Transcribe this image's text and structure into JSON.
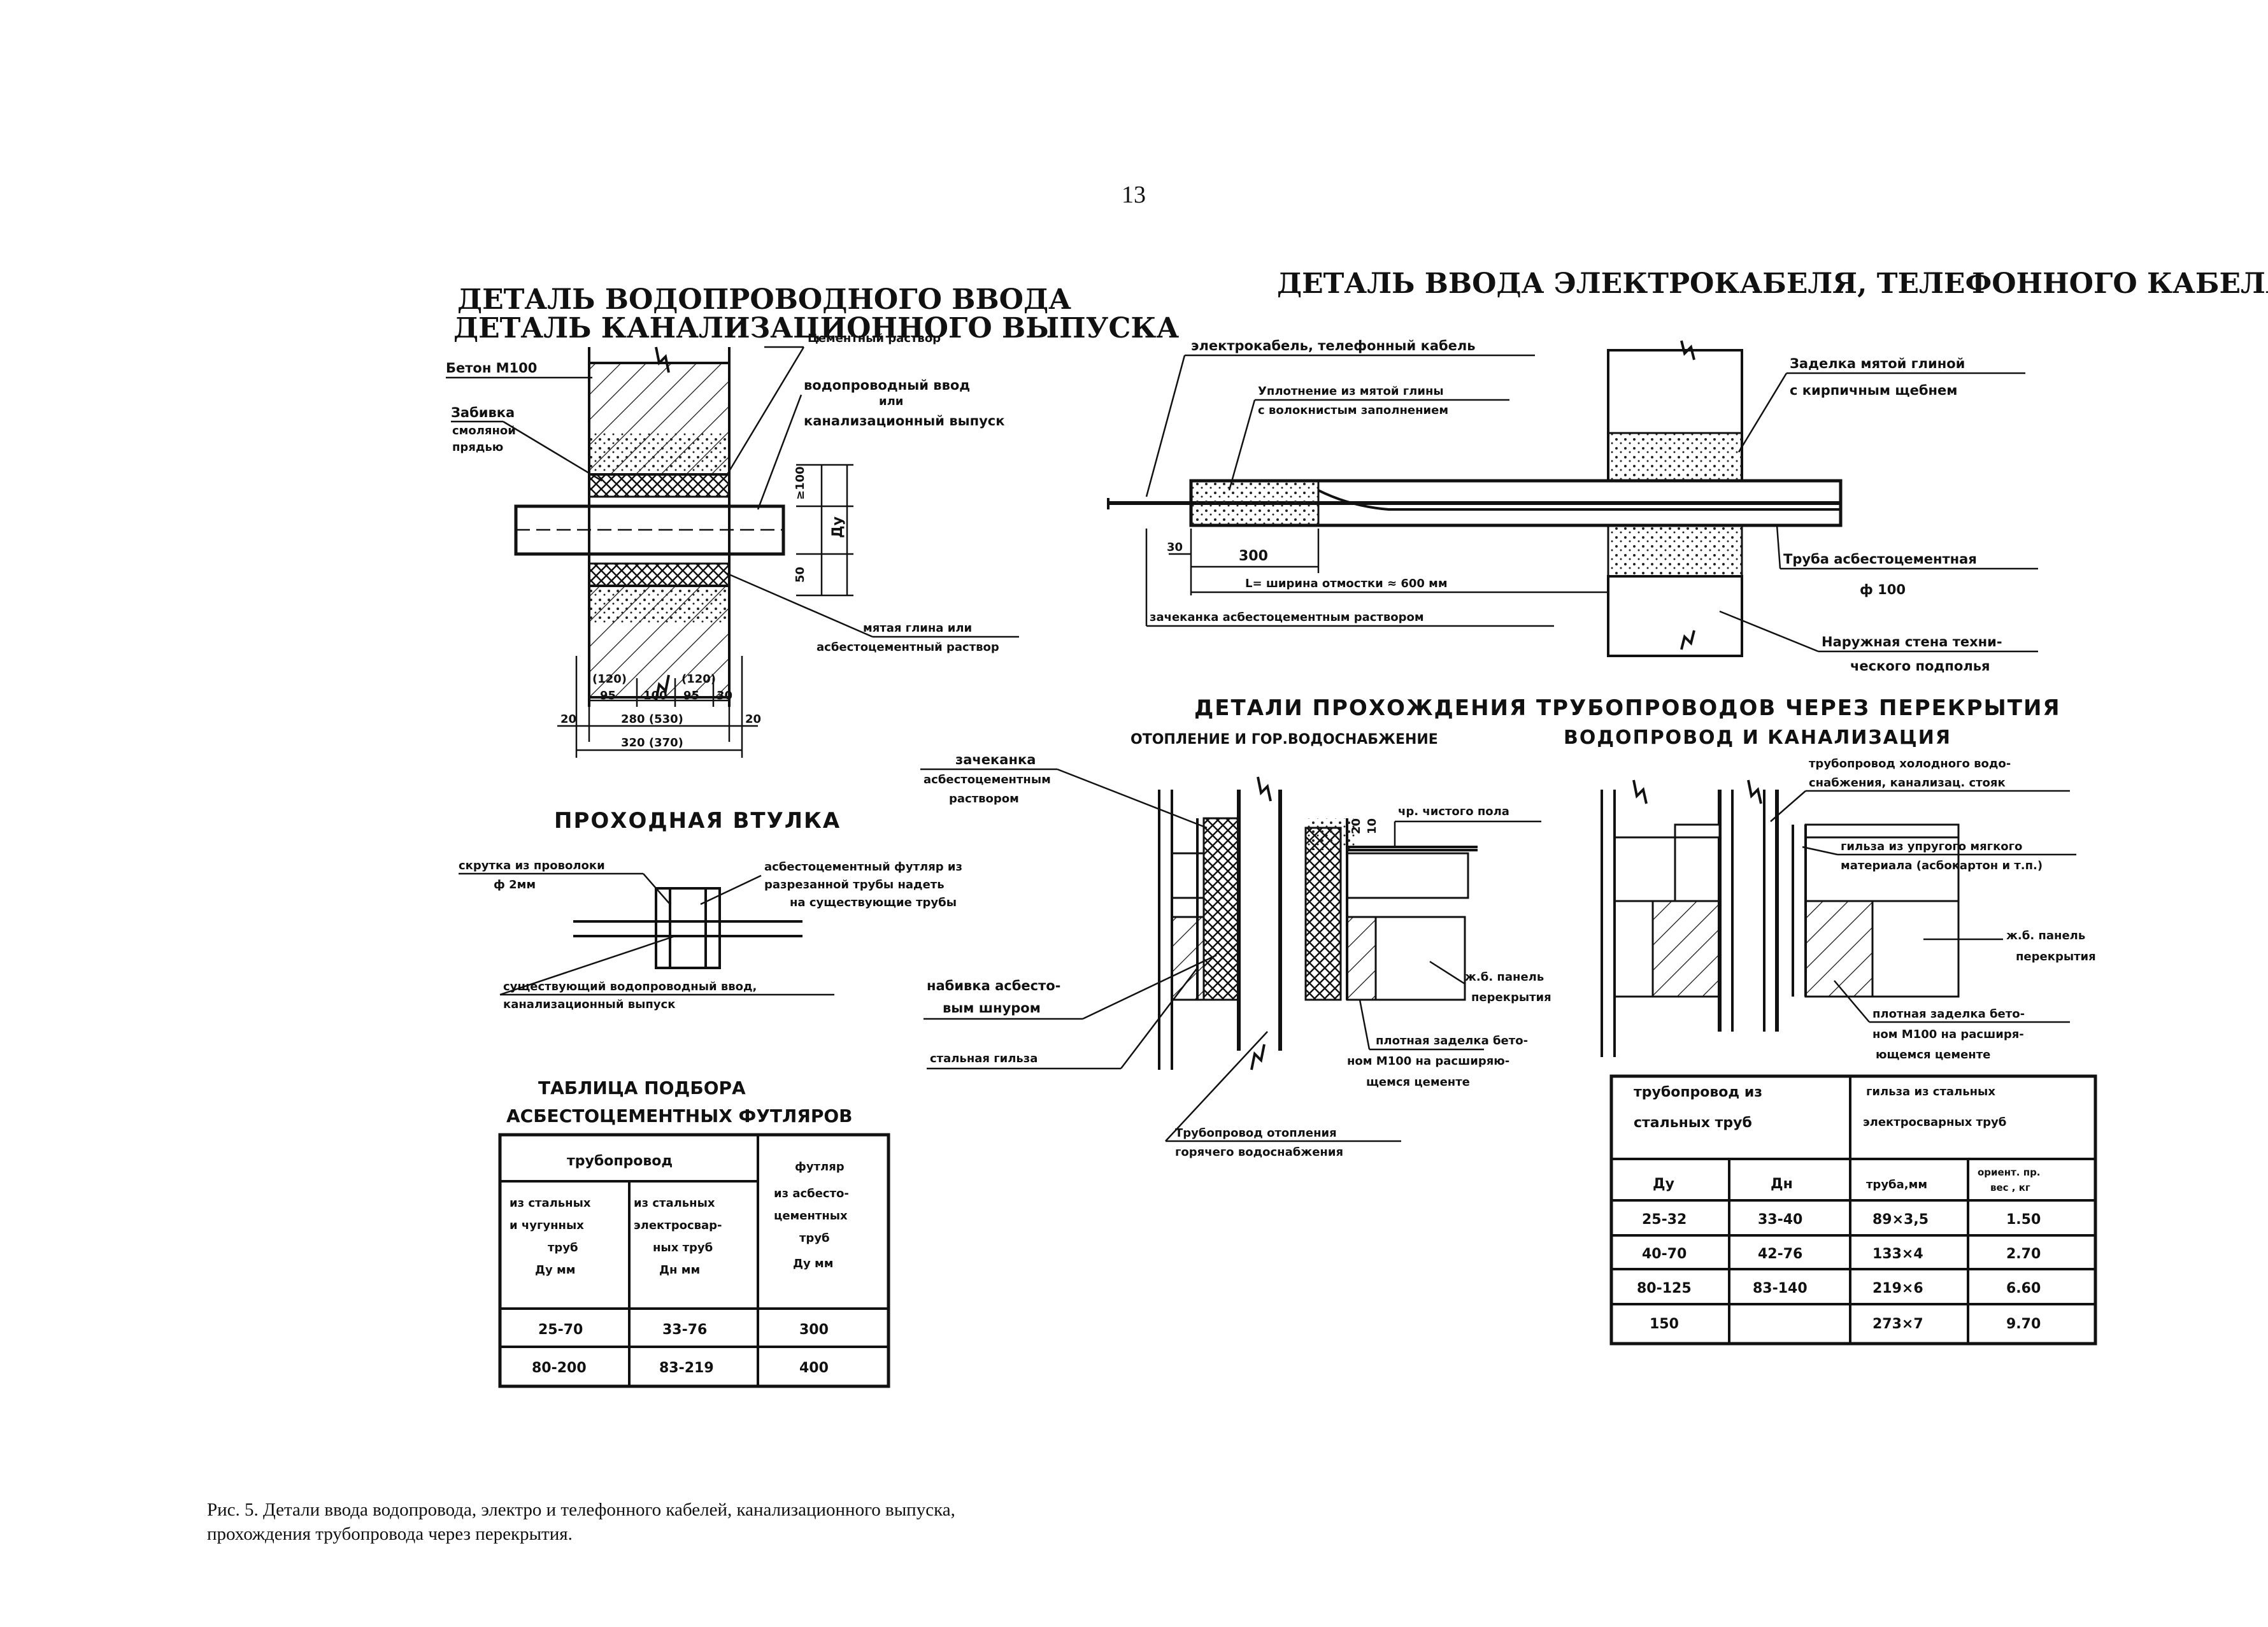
{
  "page_number": "13",
  "left_detail": {
    "title_line1": "ДЕТАЛЬ ВОДОПРОВОДНОГО ВВОДА",
    "title_line2": "ДЕТАЛЬ КАНАЛИЗАЦИОННОГО ВЫПУСКА",
    "labels": {
      "beton": "Бетон М100",
      "zabivka1": "Забивка",
      "zabivka2": "смоляной",
      "zabivka3": "прядью",
      "cement": "Цементный раствор",
      "vvod1": "водопроводный ввод",
      "vvod2": "или",
      "vvod3": "канализационный выпуск",
      "glina1": "мятая глина или",
      "glina2": "асбестоцементный раствор"
    },
    "dims": {
      "d100": "≥100",
      "dy": "Ду",
      "d50": "50",
      "d120a": "(120)",
      "d120b": "(120)",
      "d95a": "95",
      "d100b": "100",
      "d95b": "95",
      "d30": "30",
      "d280": "280 (530)",
      "d20a": "20",
      "d20b": "20",
      "d320": "320 (370)"
    }
  },
  "right_detail": {
    "title": "ДЕТАЛЬ ВВОДА ЭЛЕКТРОКАБЕЛЯ, ТЕЛЕФОННОГО КАБЕЛЯ",
    "labels": {
      "cable": "электрокабель, телефонный кабель",
      "uplot1": "Уплотнение из мятой глины",
      "uplot2": "с волокнистым заполнением",
      "zadelka1": "Заделка мятой глиной",
      "zadelka2": "с кирпичным щебнем",
      "truba1": "Труба асбестоцементная",
      "truba2": "ф 100",
      "zachek": "зачеканка асбестоцементным раствором",
      "stena1": "Наружная стена техни-",
      "stena2": "ческого подполья"
    },
    "dims": {
      "d30": "30",
      "d300": "300",
      "dl": "L= ширина отмостки ≈ 600 мм"
    }
  },
  "vtulka": {
    "title": "ПРОХОДНАЯ ВТУЛКА",
    "skrutka1": "скрутка из проволоки",
    "skrutka2": "ф 2мм",
    "futlyar1": "асбестоцементный футляр из",
    "futlyar2": "разрезанной трубы надеть",
    "futlyar3": "на существующие трубы",
    "sush1": "существующий водопроводный ввод,",
    "sush2": "канализационный выпуск"
  },
  "crossing": {
    "title": "ДЕТАЛИ ПРОХОЖДЕНИЯ ТРУБОПРОВОДОВ ЧЕРЕЗ ПЕРЕКРЫТИЯ",
    "sub_left": "ОТОПЛЕНИЕ И ГОР.ВОДОСНАБЖЕНИЕ",
    "sub_right": "ВОДОПРОВОД И КАНАЛИЗАЦИЯ",
    "zachek1": "зачеканка",
    "zachek2": "асбестоцементным",
    "zachek3": "раствором",
    "pol": "чр. чистого пола",
    "d20": "20",
    "d10": "10",
    "nabivka1": "набивка асбесто-",
    "nabivka2": "вым шнуром",
    "gilza": "стальная гильза",
    "panel1": "ж.б. панель",
    "panel2": "перекрытия",
    "plot1": "плотная заделка бето-",
    "plot2": "ном М100 на расширяю-",
    "plot3": "щемся цементе",
    "trub1": "Трубопровод отопления",
    "trub2": "горячего водоснабжения",
    "r_trub1": "трубопровод холодного водо-",
    "r_trub2": "снабжения, канализац. стояк",
    "r_gilza1": "гильза из упругого мягкого",
    "r_gilza2": "материала (асбокартон и т.п.)",
    "r_panel1": "ж.б. панель",
    "r_panel2": "перекрытия",
    "r_plot1": "плотная заделка бето-",
    "r_plot2": "ном М100 на расширя-",
    "r_plot3": "ющемся цементе"
  },
  "table_left": {
    "title1": "ТАБЛИЦА ПОДБОРА",
    "title2": "АСБЕСТОЦЕМЕНТНЫХ ФУТЛЯРОВ",
    "h_trub": "трубопровод",
    "h_futlyar": "футляр",
    "h_c1a": "из стальных",
    "h_c1b": "и чугунных",
    "h_c1c": "труб",
    "h_c1d": "Ду мм",
    "h_c2a": "из стальных",
    "h_c2b": "электросвар-",
    "h_c2c": "ных труб",
    "h_c2d": "Дн мм",
    "h_c3a": "из асбесто-",
    "h_c3b": "цементных",
    "h_c3c": "труб",
    "h_c3d": "Ду мм",
    "rows": [
      [
        "25-70",
        "33-76",
        "300"
      ],
      [
        "80-200",
        "83-219",
        "400"
      ]
    ]
  },
  "table_right": {
    "h1a": "трубопровод из",
    "h1b": "стальных труб",
    "h2a": "гильза из стальных",
    "h2b": "электросварных труб",
    "c_dy": "Ду",
    "c_dn": "Дн",
    "c_truba": "труба,мм",
    "c_ves1": "ориент. пр.",
    "c_ves2": "вес , кг",
    "rows": [
      [
        "25-32",
        "33-40",
        "89×3,5",
        "1.50"
      ],
      [
        "40-70",
        "42-76",
        "133×4",
        "2.70"
      ],
      [
        "80-125",
        "83-140",
        "219×6",
        "6.60"
      ],
      [
        "150",
        "",
        "273×7",
        "9.70"
      ]
    ]
  },
  "caption_line1": "Рис. 5. Детали ввода водопровода, электро и телефонного кабелей, канализационного выпуска,",
  "caption_line2": "прохождения трубопровода через перекрытия."
}
